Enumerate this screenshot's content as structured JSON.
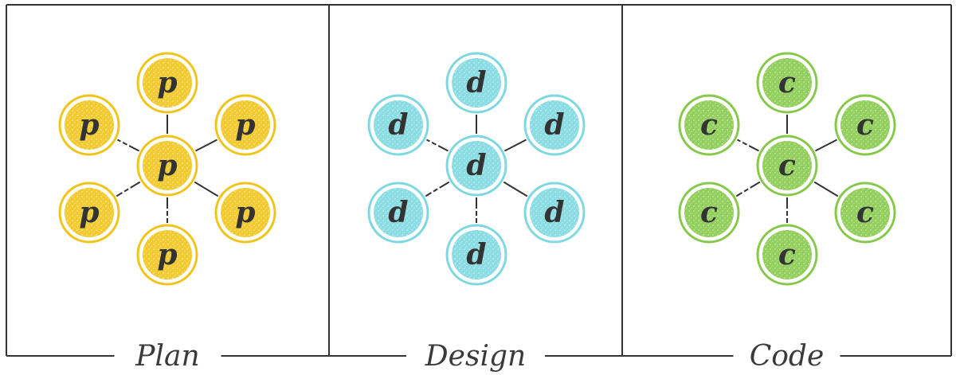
{
  "panels": [
    {
      "caption": "Plan",
      "letter": "p",
      "color": "#f0c419"
    },
    {
      "caption": "Design",
      "letter": "d",
      "color": "#7dd8e0"
    },
    {
      "caption": "Code",
      "letter": "c",
      "color": "#86c94a"
    }
  ],
  "border_color": "#333333",
  "link_color": "#333333"
}
